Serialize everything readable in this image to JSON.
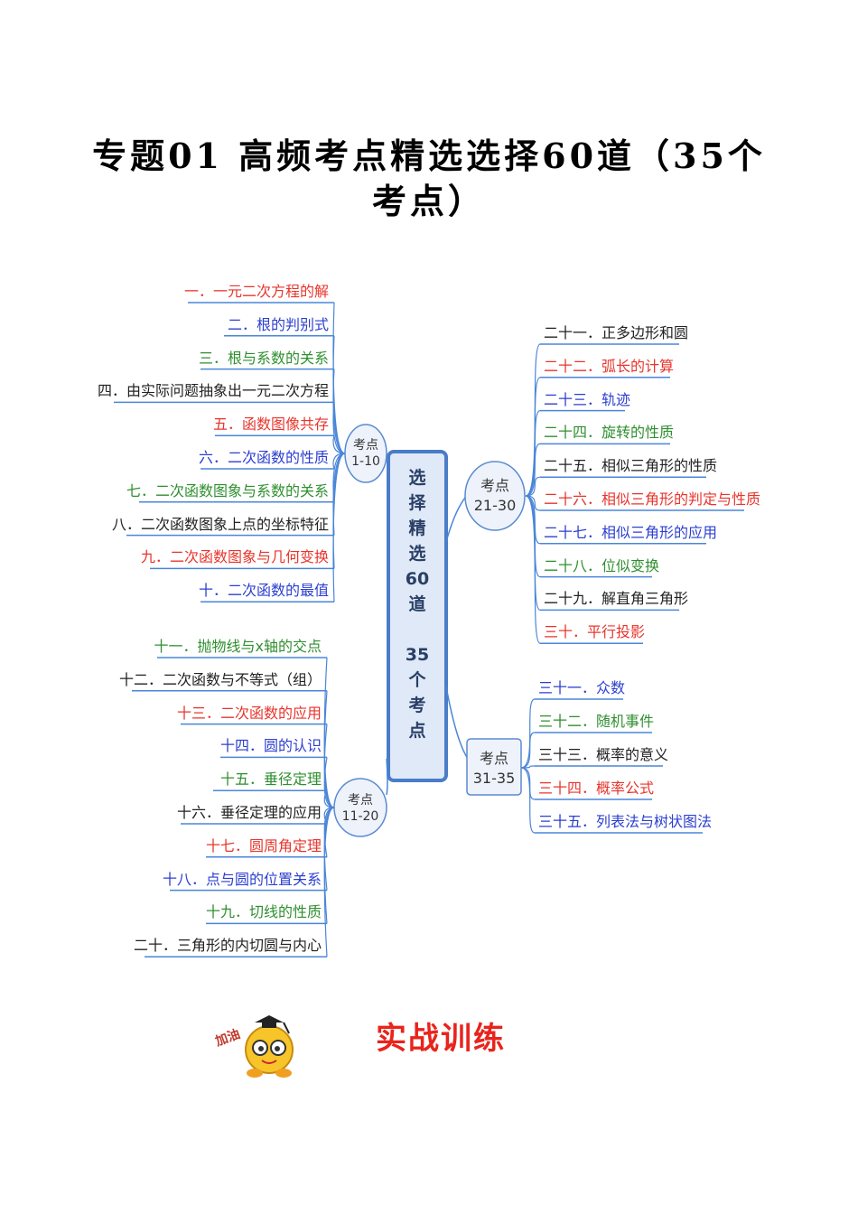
{
  "title": {
    "line1": "专题01  高频考点精选选择60道（35个",
    "line2": "考点）"
  },
  "center": {
    "lines": [
      "选",
      "择",
      "精",
      "选",
      "60",
      "道",
      "",
      "35",
      "个",
      "考",
      "点"
    ]
  },
  "hubs": {
    "h1": {
      "line1": "考点",
      "line2": "1-10"
    },
    "h2": {
      "line1": "考点",
      "line2": "11-20"
    },
    "h3": {
      "line1": "考点",
      "line2": "21-30"
    },
    "h4": {
      "line1": "考点",
      "line2": "31-35"
    }
  },
  "group1": [
    {
      "label": "一．一元二次方程的解",
      "color": "red"
    },
    {
      "label": "二．根的判别式",
      "color": "blue"
    },
    {
      "label": "三．根与系数的关系",
      "color": "green"
    },
    {
      "label": "四．由实际问题抽象出一元二次方程",
      "color": "black"
    },
    {
      "label": "五．函数图像共存",
      "color": "red"
    },
    {
      "label": "六．二次函数的性质",
      "color": "blue"
    },
    {
      "label": "七．二次函数图象与系数的关系",
      "color": "green"
    },
    {
      "label": "八．二次函数图象上点的坐标特征",
      "color": "black"
    },
    {
      "label": "九．二次函数图象与几何变换",
      "color": "red"
    },
    {
      "label": "十．二次函数的最值",
      "color": "blue"
    }
  ],
  "group2": [
    {
      "label": "十一．抛物线与x轴的交点",
      "color": "green"
    },
    {
      "label": "十二．二次函数与不等式（组）",
      "color": "black"
    },
    {
      "label": "十三．二次函数的应用",
      "color": "red"
    },
    {
      "label": "十四．圆的认识",
      "color": "blue"
    },
    {
      "label": "十五．垂径定理",
      "color": "green"
    },
    {
      "label": "十六．垂径定理的应用",
      "color": "black"
    },
    {
      "label": "十七．圆周角定理",
      "color": "red"
    },
    {
      "label": "十八．点与圆的位置关系",
      "color": "blue"
    },
    {
      "label": "十九．切线的性质",
      "color": "green"
    },
    {
      "label": "二十．三角形的内切圆与内心",
      "color": "black"
    }
  ],
  "group3": [
    {
      "label": "二十一．正多边形和圆",
      "color": "black"
    },
    {
      "label": "二十二．弧长的计算",
      "color": "red"
    },
    {
      "label": "二十三．轨迹",
      "color": "blue"
    },
    {
      "label": "二十四．旋转的性质",
      "color": "green"
    },
    {
      "label": "二十五．相似三角形的性质",
      "color": "black"
    },
    {
      "label": "二十六．相似三角形的判定与性质",
      "color": "red"
    },
    {
      "label": "二十七．相似三角形的应用",
      "color": "blue"
    },
    {
      "label": "二十八．位似变换",
      "color": "green"
    },
    {
      "label": "二十九．解直角三角形",
      "color": "black"
    },
    {
      "label": "三十．平行投影",
      "color": "red"
    }
  ],
  "group4": [
    {
      "label": "三十一．众数",
      "color": "blue"
    },
    {
      "label": "三十二．随机事件",
      "color": "green"
    },
    {
      "label": "三十三．概率的意义",
      "color": "black"
    },
    {
      "label": "三十四．概率公式",
      "color": "red"
    },
    {
      "label": "三十五．列表法与树状图法",
      "color": "blue"
    }
  ],
  "colors": {
    "red": "#e8352c",
    "blue": "#2c3fd0",
    "green": "#2f8f2f",
    "black": "#222222",
    "line": "#4a86d8",
    "hub_fill": "#eef3fb",
    "hub_stroke": "#5a8ad0"
  },
  "footer": {
    "text": "实战训练",
    "mascot_text": "加油"
  }
}
